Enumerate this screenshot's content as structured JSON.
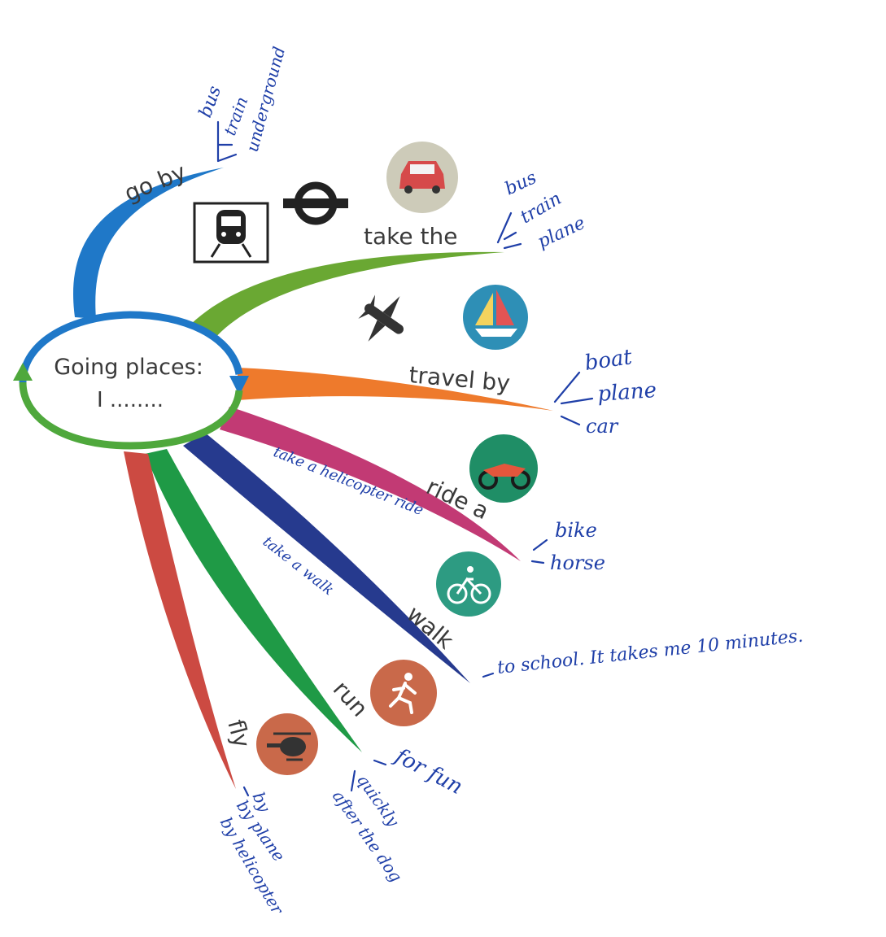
{
  "colors": {
    "blue": "#1f78c8",
    "green": "#6aa833",
    "orange": "#ee7a2c",
    "magenta": "#c23a74",
    "navy": "#263a8e",
    "dark_green": "#1f9a46",
    "red": "#cc4a42",
    "handwriting": "#1f3fa8"
  },
  "center": {
    "line1": "Going places:",
    "line2": "I ........"
  },
  "branches": [
    {
      "label": "go by",
      "color": "#1f78c8",
      "notes": [
        "bus",
        "train",
        "underground"
      ]
    },
    {
      "label": "take the",
      "color": "#6aa833",
      "notes": [
        "bus",
        "train",
        "plane"
      ]
    },
    {
      "label": "travel by",
      "color": "#ee7a2c",
      "notes": [
        "boat",
        "plane",
        "car"
      ]
    },
    {
      "label": "ride a",
      "color": "#c23a74",
      "notes": [
        "bike",
        "horse"
      ]
    },
    {
      "label": "walk",
      "color": "#263a8e",
      "notes": [
        "to school. It takes me 10 minutes."
      ]
    },
    {
      "label": "run",
      "color": "#1f9a46",
      "notes": [
        "for fun",
        "quickly",
        "after the dog"
      ]
    },
    {
      "label": "fly",
      "color": "#cc4a42",
      "notes": [
        "by",
        "by plane",
        "by helicopter"
      ]
    }
  ],
  "spoke_notes": {
    "magenta": "take a helicopter ride",
    "navy": "take a walk"
  },
  "icons": [
    "train-icon",
    "underground-roundel-icon",
    "car-icon",
    "airplane-icon",
    "sailboat-icon",
    "motorbike-icon",
    "bicycle-icon",
    "runner-icon",
    "helicopter-icon"
  ]
}
